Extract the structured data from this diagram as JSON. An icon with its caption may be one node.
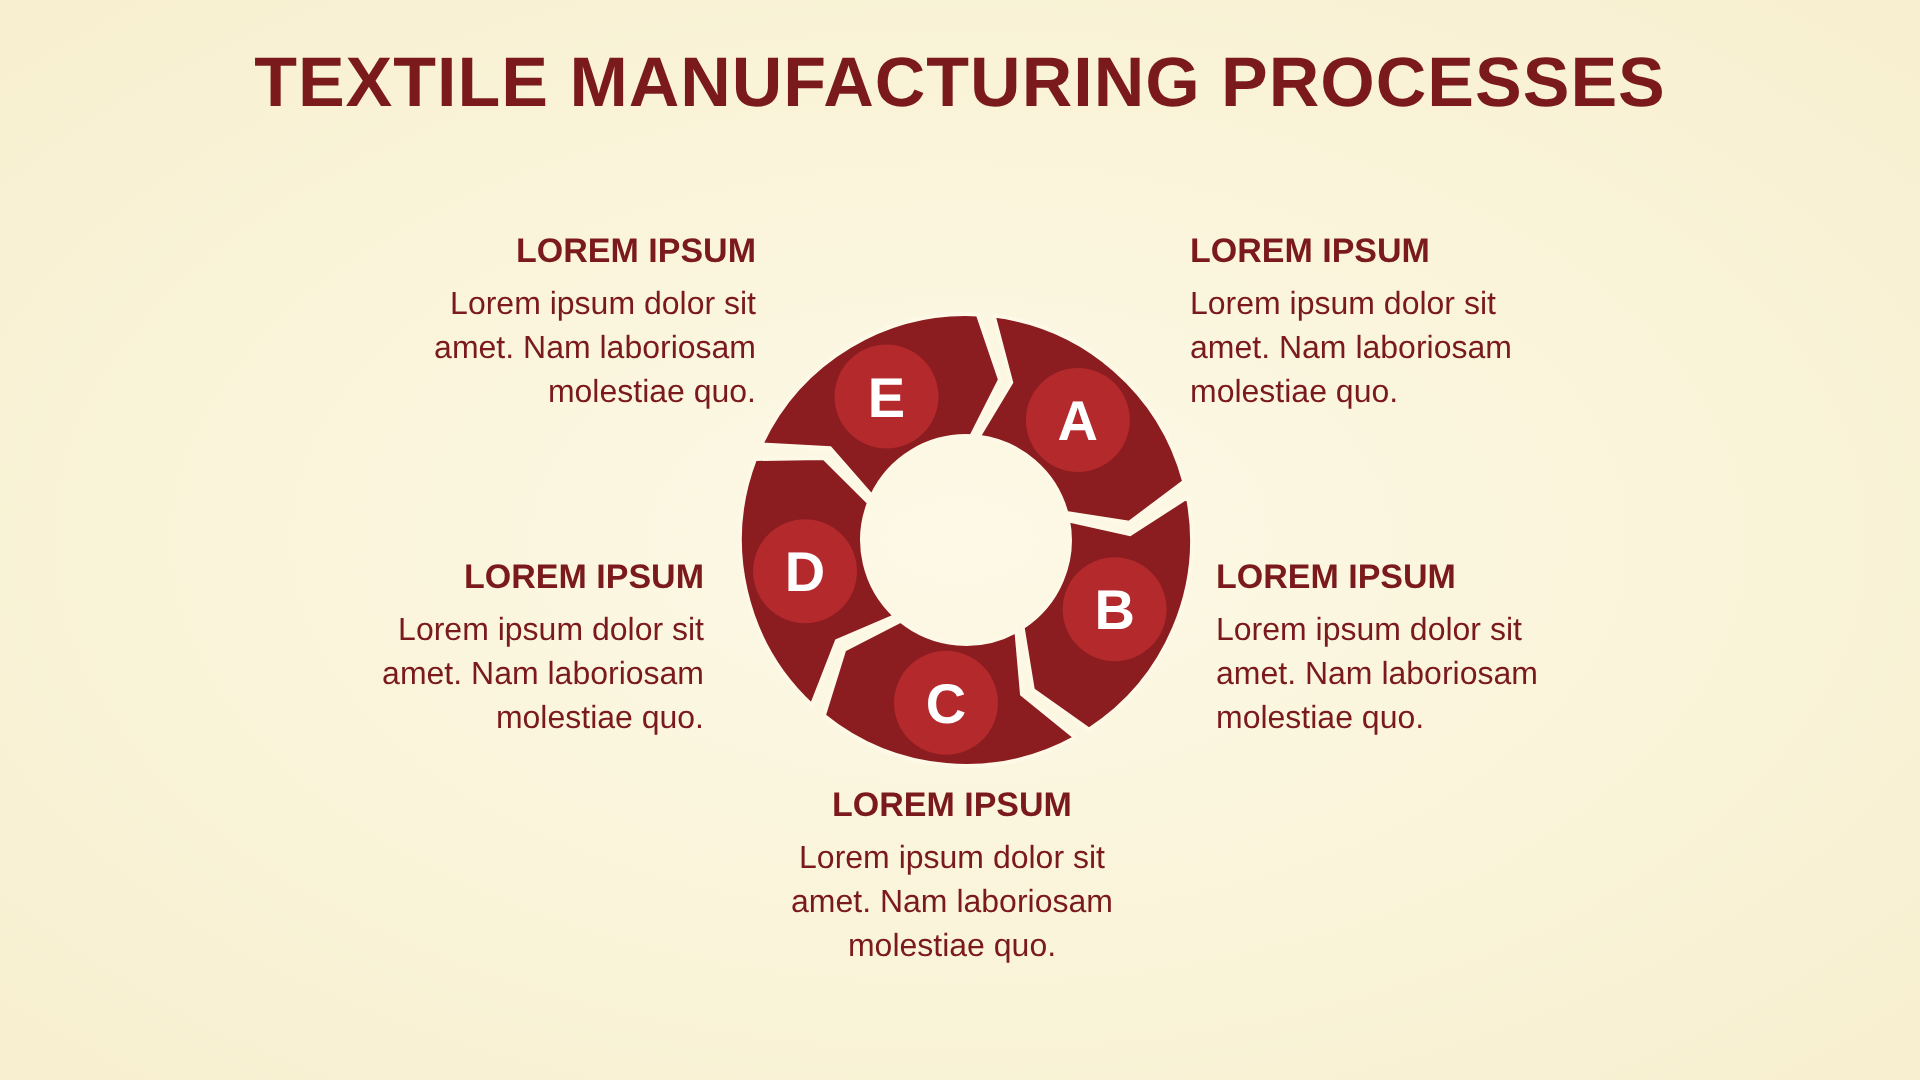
{
  "diagram": {
    "title": "TEXTILE MANUFACTURING PROCESSES",
    "nodes": [
      {
        "text": [
          "A"
        ],
        "beside": [
          "LOREM IPSUM",
          "Lorem ipsum dolor sit amet. Nam laboriosam molestiae quo."
        ]
      },
      {
        "text": [
          "B"
        ],
        "beside": [
          "LOREM IPSUM",
          "Lorem ipsum dolor sit amet. Nam laboriosam molestiae quo."
        ]
      },
      {
        "text": [
          "C"
        ],
        "beside": [
          "LOREM IPSUM",
          "Lorem ipsum dolor sit amet. Nam laboriosam molestiae quo."
        ]
      },
      {
        "text": [
          "D"
        ],
        "beside": [
          "LOREM IPSUM",
          "Lorem ipsum dolor sit amet. Nam laboriosam molestiae quo."
        ]
      },
      {
        "text": [
          "E"
        ],
        "beside": [
          "LOREM IPSUM",
          "Lorem ipsum dolor sit amet. Nam laboriosam molestiae quo."
        ]
      }
    ]
  }
}
